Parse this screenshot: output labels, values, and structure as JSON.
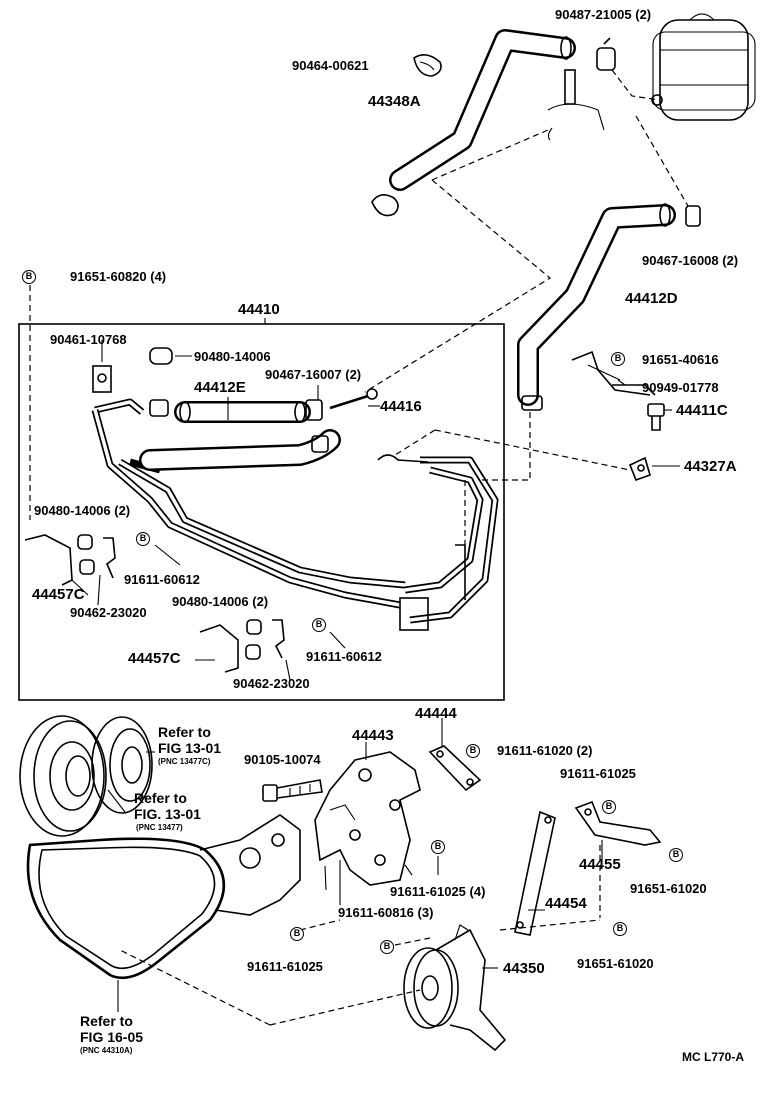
{
  "labels": {
    "p90487": "90487-21005 (2)",
    "p90464": "90464-00621",
    "p44348A": "44348A",
    "p90467a": "90467-16008 (2)",
    "p91651_820": "91651-60820 (4)",
    "p44410": "44410",
    "p44412D": "44412D",
    "p90461": "90461-10768",
    "p90480a": "90480-14006",
    "p44412E": "44412E",
    "p90467b": "90467-16007 (2)",
    "p44416": "44416",
    "p91651_616": "91651-40616",
    "p90949": "90949-01778",
    "p44411C": "44411C",
    "p44327A": "44327A",
    "p90480b": "90480-14006 (2)",
    "p91611_612a": "91611-60612",
    "p44457Ca": "44457C",
    "p90462a": "90462-23020",
    "p90480c": "90480-14006 (2)",
    "p91611_612b": "91611-60612",
    "p44457Cb": "44457C",
    "p90462b": "90462-23020",
    "p44444": "44444",
    "p44443": "44443",
    "p91611_1020": "91611-61020 (2)",
    "p90105": "90105-10074",
    "p91611_1025a": "91611-61025",
    "p44455": "44455",
    "p91651_1020a": "91651-61020",
    "p91611_1025b": "91611-61025 (4)",
    "p91611_816": "91611-60816 (3)",
    "p44454": "44454",
    "p91611_1025c": "91611-61025",
    "p44350": "44350",
    "p91651_1020b": "91651-61020"
  },
  "references": {
    "r1_line1": "Refer to",
    "r1_line2": "FIG 13-01",
    "r1_pnc": "(PNC 13477C)",
    "r2_line1": "Refer to",
    "r2_line2": "FIG. 13-01",
    "r2_pnc": "(PNC 13477)",
    "r3_line1": "Refer to",
    "r3_line2": "FIG 16-05",
    "r3_pnc": "(PNC 44310A)"
  },
  "bolt_symbol": "B",
  "diagram_code": "MC L770-A"
}
